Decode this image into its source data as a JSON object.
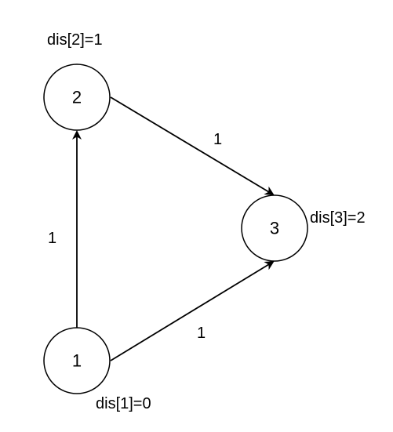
{
  "graph": {
    "nodes": [
      {
        "id": "1",
        "label": "1",
        "dist_label": "dis[1]=0"
      },
      {
        "id": "2",
        "label": "2",
        "dist_label": "dis[2]=1"
      },
      {
        "id": "3",
        "label": "3",
        "dist_label": "dis[3]=2"
      }
    ],
    "edges": [
      {
        "from": "1",
        "to": "2",
        "weight": "1"
      },
      {
        "from": "2",
        "to": "3",
        "weight": "1"
      },
      {
        "from": "1",
        "to": "3",
        "weight": "1"
      }
    ]
  },
  "colors": {
    "stroke": "#000000",
    "node_fill": "#ffffff",
    "background": "#ffffff"
  }
}
